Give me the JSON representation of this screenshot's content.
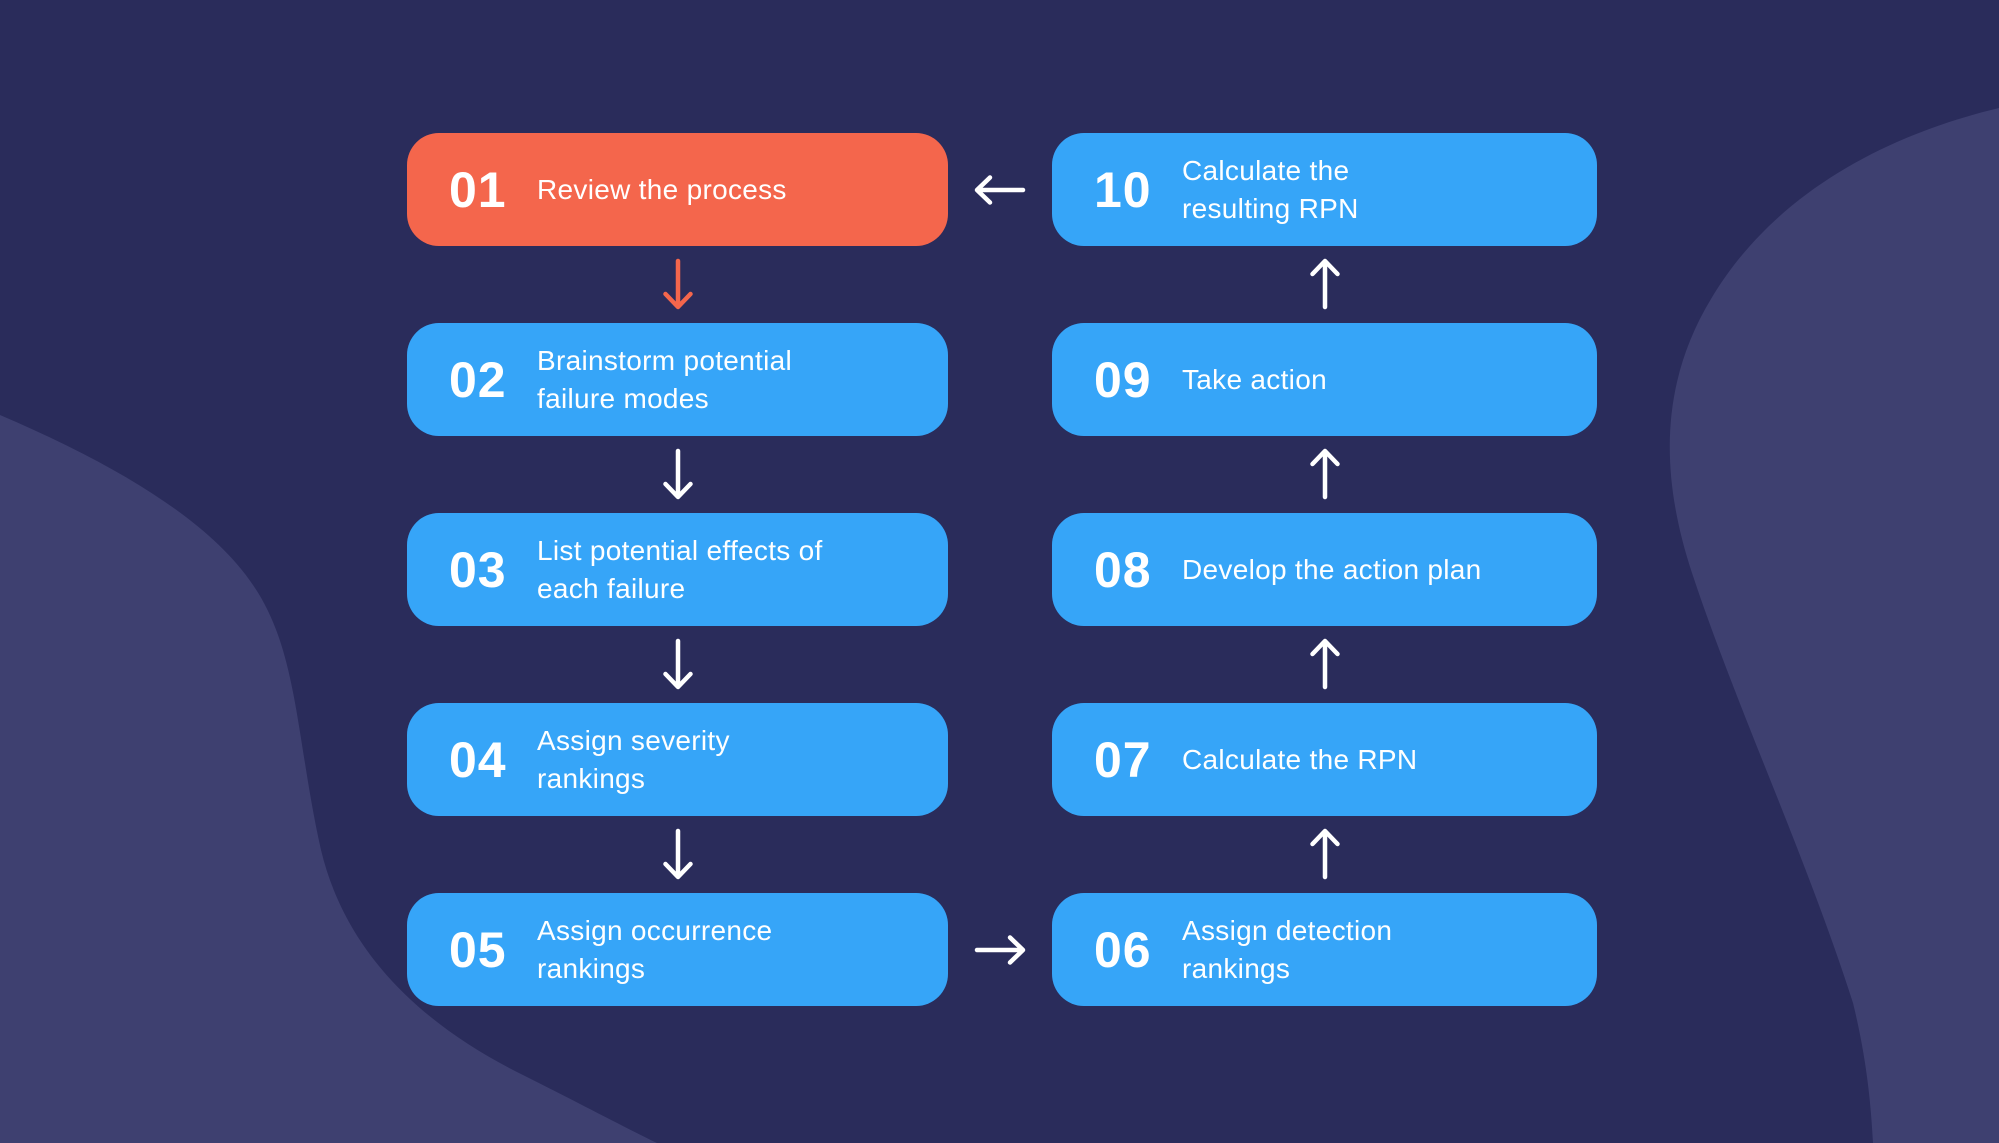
{
  "diagram": {
    "description": "FMEA 10-step process flowchart",
    "colors": {
      "background": "#2a2c5b",
      "blob": "#3e4070",
      "box_blue": "#36a5f8",
      "box_orange": "#f4664c",
      "arrow_white": "#ffffff",
      "arrow_orange": "#f4664c",
      "text": "#ffffff"
    },
    "steps": [
      {
        "number": "01",
        "lines": [
          "Review the process"
        ],
        "column": "left",
        "row": 0,
        "highlight": true
      },
      {
        "number": "02",
        "lines": [
          "Brainstorm potential",
          "failure modes"
        ],
        "column": "left",
        "row": 1,
        "highlight": false
      },
      {
        "number": "03",
        "lines": [
          "List potential effects of",
          "each failure"
        ],
        "column": "left",
        "row": 2,
        "highlight": false
      },
      {
        "number": "04",
        "lines": [
          "Assign severity",
          "rankings"
        ],
        "column": "left",
        "row": 3,
        "highlight": false
      },
      {
        "number": "05",
        "lines": [
          "Assign occurrence",
          "rankings"
        ],
        "column": "left",
        "row": 4,
        "highlight": false
      },
      {
        "number": "06",
        "lines": [
          "Assign detection",
          "rankings"
        ],
        "column": "right",
        "row": 4,
        "highlight": false
      },
      {
        "number": "07",
        "lines": [
          "Calculate the RPN"
        ],
        "column": "right",
        "row": 3,
        "highlight": false
      },
      {
        "number": "08",
        "lines": [
          "Develop the action plan"
        ],
        "column": "right",
        "row": 2,
        "highlight": false
      },
      {
        "number": "09",
        "lines": [
          "Take action"
        ],
        "column": "right",
        "row": 1,
        "highlight": false
      },
      {
        "number": "10",
        "lines": [
          "Calculate the",
          "resulting RPN"
        ],
        "column": "right",
        "row": 0,
        "highlight": false
      }
    ],
    "arrows": [
      {
        "from": "01",
        "to": "02",
        "direction": "down",
        "column": "left",
        "gap": 0,
        "color": "orange"
      },
      {
        "from": "02",
        "to": "03",
        "direction": "down",
        "column": "left",
        "gap": 1,
        "color": "white"
      },
      {
        "from": "03",
        "to": "04",
        "direction": "down",
        "column": "left",
        "gap": 2,
        "color": "white"
      },
      {
        "from": "04",
        "to": "05",
        "direction": "down",
        "column": "left",
        "gap": 3,
        "color": "white"
      },
      {
        "from": "05",
        "to": "06",
        "direction": "right",
        "row": 4,
        "color": "white"
      },
      {
        "from": "06",
        "to": "07",
        "direction": "up",
        "column": "right",
        "gap": 3,
        "color": "white"
      },
      {
        "from": "07",
        "to": "08",
        "direction": "up",
        "column": "right",
        "gap": 2,
        "color": "white"
      },
      {
        "from": "08",
        "to": "09",
        "direction": "up",
        "column": "right",
        "gap": 1,
        "color": "white"
      },
      {
        "from": "09",
        "to": "10",
        "direction": "up",
        "column": "right",
        "gap": 0,
        "color": "white"
      },
      {
        "from": "10",
        "to": "01",
        "direction": "left",
        "row": 0,
        "color": "white"
      }
    ]
  }
}
